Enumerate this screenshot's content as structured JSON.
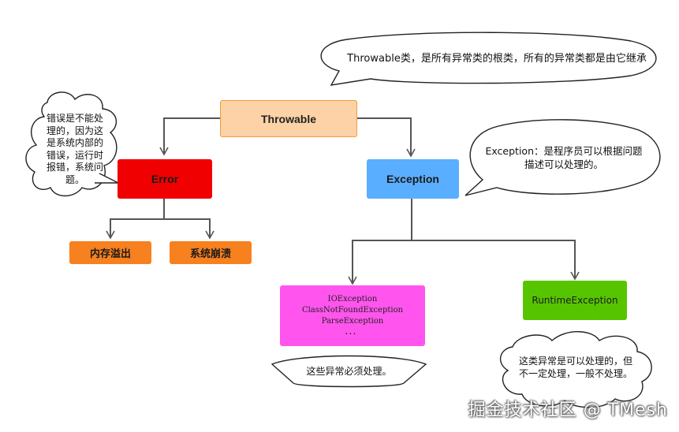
{
  "nodes": {
    "throwable": "Throwable",
    "error": "Error",
    "exception": "Exception",
    "memory_overflow": "内存溢出",
    "system_crash": "系统崩溃",
    "checked": [
      "IOException",
      "ClassNotFoundException",
      "ParseException",
      "．．．"
    ],
    "runtime": "RuntimeException"
  },
  "callouts": {
    "throwable_note": "Throwable类，是所有异常类的根类，所有的异常类都是由它继承",
    "error_note": [
      "错误是不能处",
      "理的，因为这",
      "是系统内部的",
      "错误，运行时",
      "报错，系统问",
      "题。"
    ],
    "exception_note": [
      "Exception：是程序员可以根据问题",
      "描述可以处理的。"
    ],
    "checked_note": "这些异常必须处理。",
    "runtime_note": [
      "这类异常是可以处理的，但",
      "不一定处理，一般不处理。"
    ]
  },
  "watermark": "掘金技术社区 @ TMesh",
  "colors": {
    "throwable": "#fcd2a6",
    "error": "#f00000",
    "exception": "#5aaeff",
    "orange": "#f7801f",
    "checked": "#ff55ee",
    "runtime": "#56c500"
  }
}
